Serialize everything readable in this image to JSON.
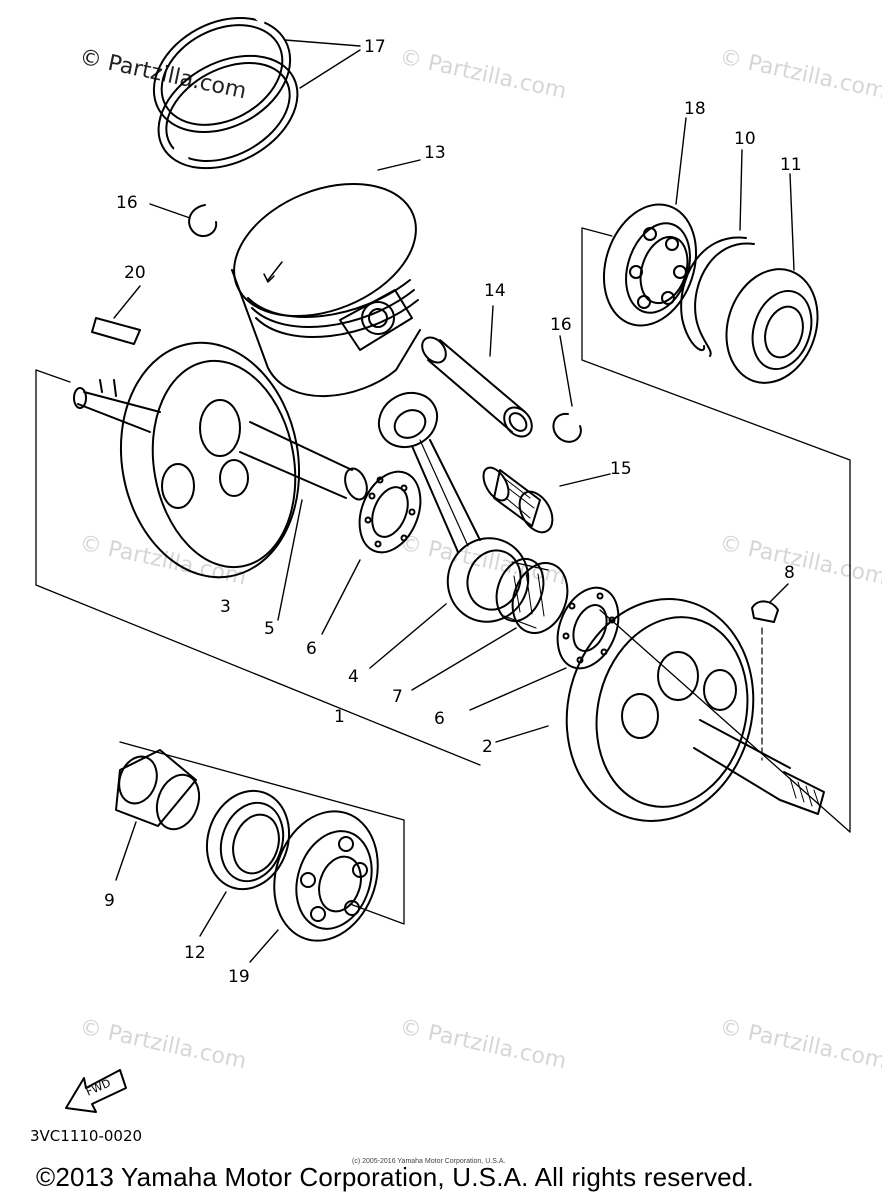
{
  "watermarks": [
    "© Partzilla.com",
    "© Partzilla.com",
    "© Partzilla.com",
    "© Partzilla.com",
    "© Partzilla.com",
    "© Partzilla.com",
    "© Partzilla.com",
    "© Partzilla.com",
    "© Partzilla.com"
  ],
  "callouts": [
    "1",
    "2",
    "3",
    "4",
    "5",
    "6",
    "6",
    "7",
    "8",
    "9",
    "10",
    "11",
    "12",
    "13",
    "14",
    "15",
    "16",
    "16",
    "17",
    "18",
    "19",
    "20"
  ],
  "fwd_label": "FWD",
  "diagram_code": "3VC1110-0020",
  "tiny_copyright": "(c) 2005-2016 Yamaha Motor Corporation, U.S.A.",
  "copyright": "©2013 Yamaha Motor Corporation, U.S.A. All rights reserved.",
  "colors": {
    "line": "#000000",
    "watermark": "#d6d6d6",
    "background": "#ffffff"
  }
}
